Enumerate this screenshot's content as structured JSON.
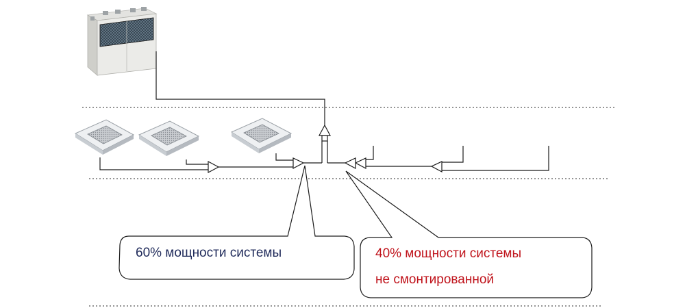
{
  "callouts": {
    "installed": {
      "line1": "60% мощности системы",
      "color": "#1f2a5a"
    },
    "not_installed": {
      "line1": "40% мощности системы",
      "line2": "не смонтированной",
      "color": "#c0141c"
    }
  },
  "icons": {
    "outdoor_unit": "vrf-outdoor-unit-icon",
    "indoor_unit": "ceiling-cassette-unit-icon"
  },
  "colors": {
    "line": "#1a1a1a",
    "dotted": "#555555"
  }
}
